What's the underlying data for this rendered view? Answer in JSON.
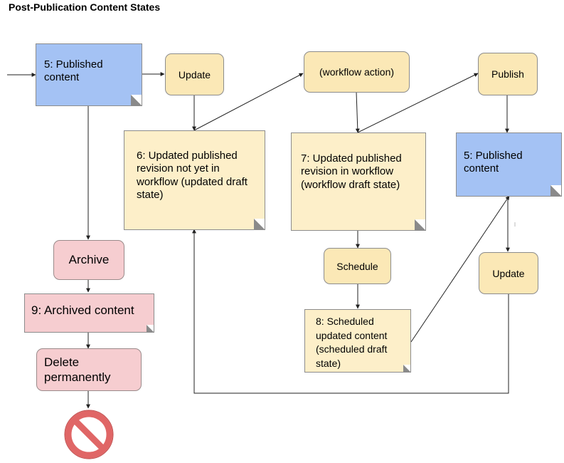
{
  "title": "Post-Publication Content States",
  "nodes": {
    "published_content_left": "5: Published content",
    "update_top": "Update",
    "workflow_action": "(workflow action)",
    "publish": "Publish",
    "updated_not_in_workflow": "6: Updated published revision not yet in workflow (updated draft state)",
    "updated_in_workflow": "7: Updated published revision in workflow (workflow draft state)",
    "published_content_right": "5: Published content",
    "schedule": "Schedule",
    "scheduled_updated": "8: Scheduled updated content (scheduled draft state)",
    "update_bottom": "Update",
    "archive": "Archive",
    "archived_content": "9: Archived content",
    "delete_permanently": "Delete permanently"
  },
  "icons": {
    "end_state": "no-entry-icon"
  },
  "colors": {
    "state_yellow": "#fdefc9",
    "action_yellow": "#fbe8b6",
    "published_blue": "#a4c2f4",
    "archive_pink": "#f6cdd0",
    "prohibited_red": "#e06666"
  }
}
